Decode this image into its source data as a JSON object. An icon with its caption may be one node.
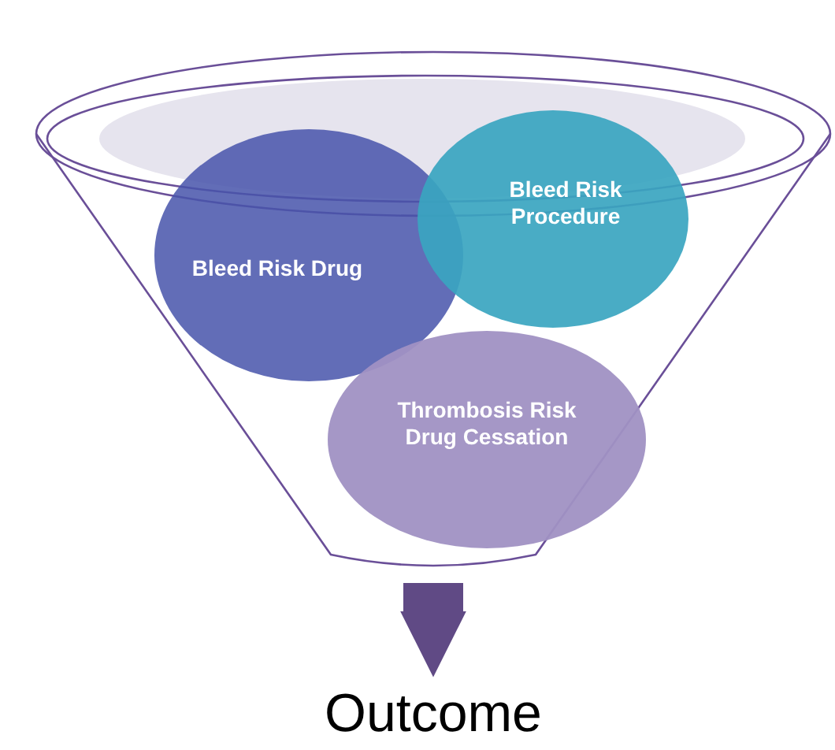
{
  "diagram": {
    "nodes": [
      {
        "text": [],
        "shape": "funnel"
      },
      {
        "text": [
          "Bleed Risk Drug"
        ],
        "in": 0
      },
      {
        "text": [
          "Bleed Risk Procedure"
        ],
        "in": 0
      },
      {
        "text": [
          "Thrombosis Risk Drug Cessation"
        ],
        "in": 0
      },
      {
        "text": [
          "Outcome"
        ]
      }
    ],
    "edges": [
      {
        "from": 0,
        "to": 4,
        "arrow": "to"
      }
    ]
  }
}
